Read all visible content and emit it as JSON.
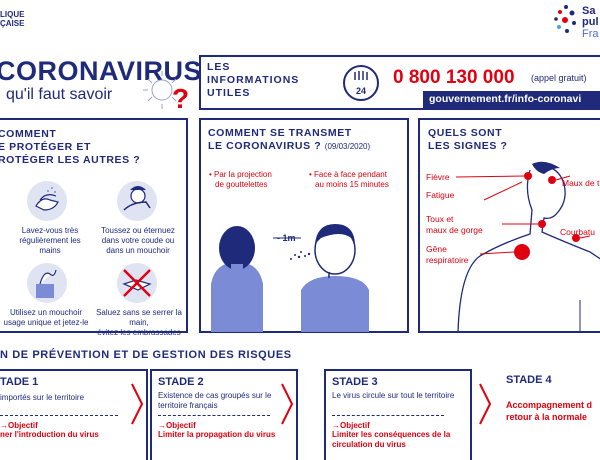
{
  "header": {
    "gov_logo_lines": [
      "LIQUE",
      "ÇAISE"
    ],
    "title": "CORONAVIRUS",
    "subtitle": "qu'il faut savoir",
    "spf_logo_lines": [
      "Sa",
      "pul",
      "Fra"
    ]
  },
  "info": {
    "heading_lines": [
      "LES",
      "INFORMATIONS",
      "UTILES"
    ],
    "phone": "0 800 130 000",
    "phone_note": "(appel gratuit)",
    "badge_number": "24",
    "url": "gouvernement.fr/info-coronavi"
  },
  "protect": {
    "heading_lines": [
      "COMMENT",
      "E PROTÉGER ET",
      "ROTÉGER LES AUTRES ?"
    ],
    "tips": [
      {
        "lines": [
          "Lavez-vous très",
          "régulièrement les mains"
        ]
      },
      {
        "lines": [
          "Toussez ou éternuez",
          "dans votre coude ou",
          "dans un mouchoir"
        ]
      },
      {
        "lines": [
          "Utilisez un mouchoir",
          "usage unique et jetez-le"
        ]
      },
      {
        "lines": [
          "Saluez sans se serrer la main,",
          "évitez les embrassades"
        ]
      }
    ]
  },
  "transmit": {
    "heading_lines": [
      "COMMENT SE TRANSMET",
      "LE CORONAVIRUS ?"
    ],
    "date": "(09/03/2020)",
    "bullet1": [
      "• Par la projection",
      "de gouttelettes"
    ],
    "bullet2": [
      "• Face à face pendant",
      "au moins 15 minutes"
    ],
    "distance": "- 1m"
  },
  "signs": {
    "heading_lines": [
      "QUELS SONT",
      "LES SIGNES ?"
    ],
    "labels": {
      "fever": "Fièvre",
      "fatigue": "Fatigue",
      "headache": "Maux de t",
      "cough": [
        "Toux et",
        "maux de gorge"
      ],
      "aches": "Courbatu",
      "breath": [
        "Gêne",
        "respiratoire"
      ]
    }
  },
  "plan": {
    "heading": "N DE PRÉVENTION ET DE GESTION DES RISQUES",
    "objective_label": "Objectif",
    "stages": [
      {
        "title": "TADE 1",
        "desc": [
          "importés sur le territoire"
        ],
        "objective": [
          "ner l'introduction du virus"
        ]
      },
      {
        "title": "STADE 2",
        "desc": [
          "Existence de cas groupés sur le",
          "territoire français"
        ],
        "objective": [
          "Limiter la propagation du virus"
        ]
      },
      {
        "title": "STADE 3",
        "desc": [
          "Le virus circule sur tout le territoire"
        ],
        "objective": [
          "Limiter les conséquences de la",
          "circulation du virus"
        ]
      },
      {
        "title": "STADE 4",
        "desc": [],
        "objective": [
          "Accompagnement d",
          "retour à la normale"
        ]
      }
    ]
  },
  "colors": {
    "navy": "#1f2a7a",
    "red": "#e1000f",
    "skin": "#7b8bd6"
  }
}
